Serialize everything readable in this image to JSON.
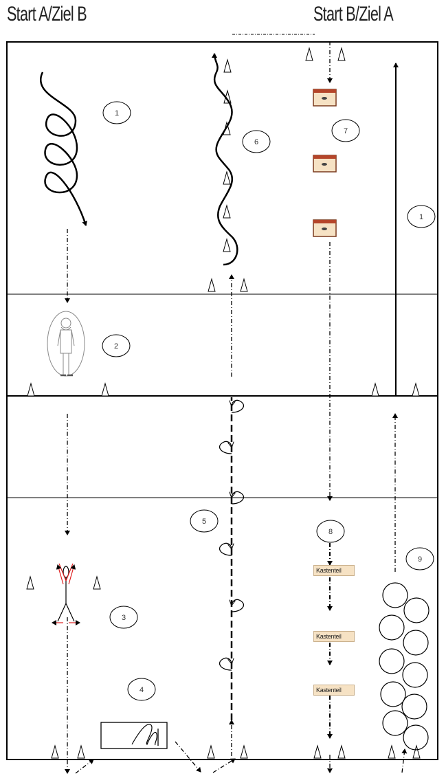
{
  "headings": {
    "start_left": "Start A/Ziel B",
    "start_right": "Start B/Ziel A"
  },
  "stations": [
    "1",
    "6",
    "7",
    "1",
    "2",
    "5",
    "8",
    "9",
    "3",
    "4"
  ],
  "box_labels": [
    "Kastenteil",
    "Kastenteil",
    "Kastenteil"
  ],
  "colors": {
    "line": "#000000",
    "box_fill": "#f6e2c4",
    "box_top": "#b5452a",
    "accent": "#e02020"
  }
}
